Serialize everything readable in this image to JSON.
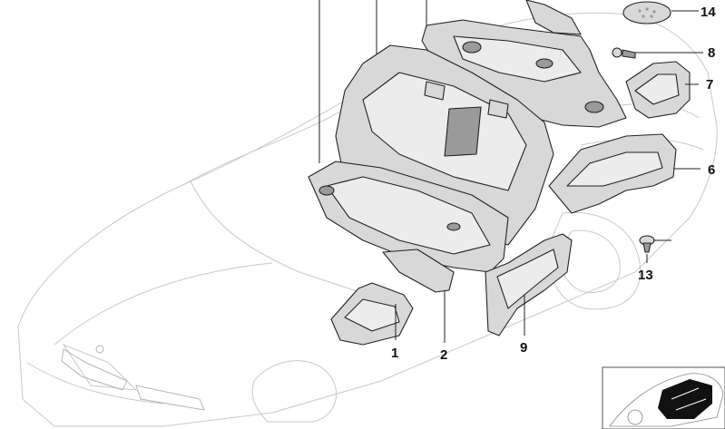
{
  "callouts": {
    "c1": "1",
    "c2": "2",
    "c6": "6",
    "c7": "7",
    "c8": "8",
    "c9": "9",
    "c13": "13",
    "c14": "14"
  },
  "colors": {
    "part_fill": "#d8d8d8",
    "part_stroke": "#222222",
    "car_outline": "#c9c9c9",
    "inset_highlight": "#111111"
  },
  "icons": {
    "inset": "car-overview-thumbnail-icon"
  }
}
